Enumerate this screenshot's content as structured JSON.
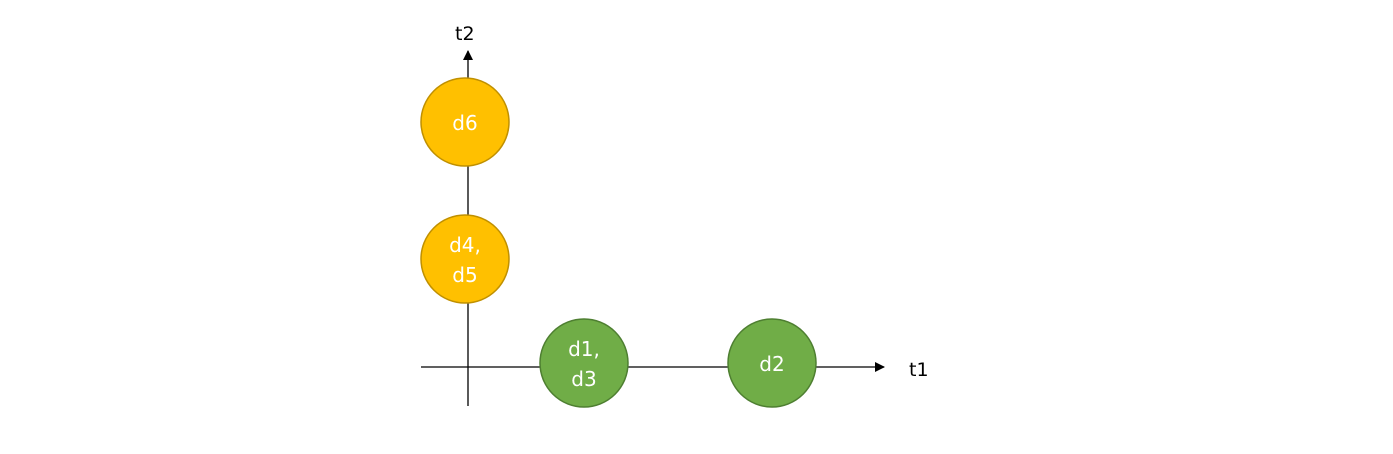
{
  "axes": {
    "x_label": "t1",
    "y_label": "t2"
  },
  "nodes": [
    {
      "id": "d6",
      "lines": [
        "d6"
      ],
      "fill": "#FFC000",
      "stroke": "#C09000"
    },
    {
      "id": "d4-d5",
      "lines": [
        "d4,",
        "d5"
      ],
      "fill": "#FFC000",
      "stroke": "#C09000"
    },
    {
      "id": "d1-d3",
      "lines": [
        "d1,",
        "d3"
      ],
      "fill": "#70AD47",
      "stroke": "#4E7F31"
    },
    {
      "id": "d2",
      "lines": [
        "d2"
      ],
      "fill": "#70AD47",
      "stroke": "#4E7F31"
    }
  ]
}
